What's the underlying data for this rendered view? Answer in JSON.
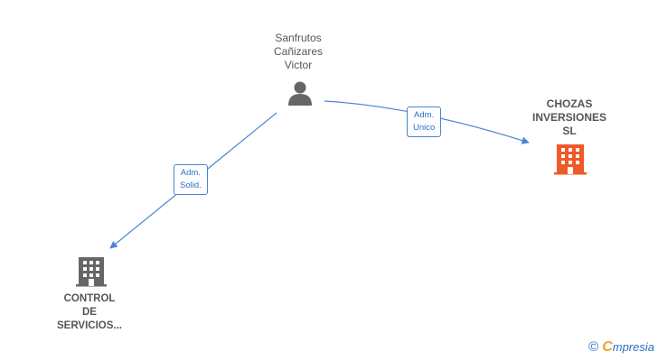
{
  "nodes": {
    "person": {
      "label": "Sanfrutos\nCañizares\nVictor",
      "icon": "person-icon",
      "color": "#666666"
    },
    "chozas": {
      "label": "CHOZAS\nINVERSIONES\nSL",
      "icon": "building-icon",
      "color": "#f05a28"
    },
    "control": {
      "label": "CONTROL\nDE\nSERVICIOS...",
      "icon": "building-icon",
      "color": "#666666"
    }
  },
  "edges": {
    "to_chozas": {
      "label": "Adm.\nUnico"
    },
    "to_control": {
      "label": "Adm.\nSolid."
    }
  },
  "colors": {
    "edge": "#4a86d0"
  },
  "watermark": {
    "copyright": "©",
    "brand_first": "C",
    "brand_rest": "mpresia"
  }
}
